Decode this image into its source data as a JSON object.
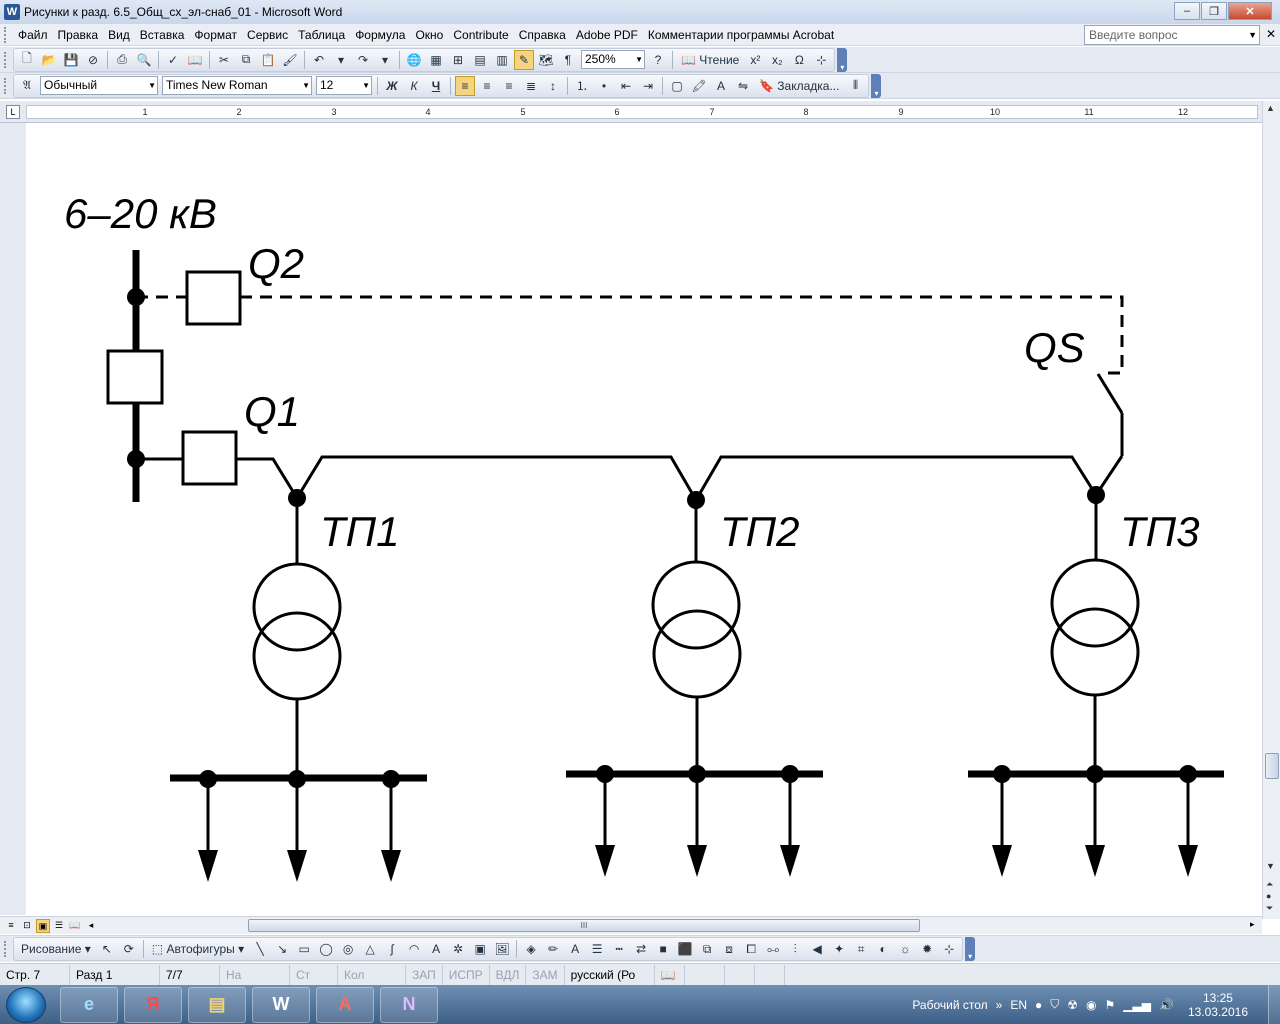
{
  "window": {
    "title": "Рисунки к разд. 6.5_Общ_сх_эл-снаб_01 - Microsoft Word",
    "app_icon": "W",
    "minimize": "–",
    "restore": "❐",
    "close": "✕"
  },
  "menu": {
    "items": [
      "Файл",
      "Правка",
      "Вид",
      "Вставка",
      "Формат",
      "Сервис",
      "Таблица",
      "Формула",
      "Окно",
      "Contribute",
      "Справка",
      "Adobe PDF",
      "Комментарии программы Acrobat"
    ],
    "help_placeholder": "Введите вопрос",
    "close_doc": "✕"
  },
  "toolbar1": {
    "zoom": "250%",
    "reading_label": "Чтение",
    "superscript": "x²",
    "subscript": "x₂",
    "omega": "Ω"
  },
  "toolbar2": {
    "style": "Обычный",
    "font": "Times New Roman",
    "size": "12",
    "bold": "Ж",
    "italic": "К",
    "underline": "Ч",
    "bookmark_label": "Закладка..."
  },
  "ruler": {
    "corner": "L",
    "numbers": [
      "1",
      "2",
      "3",
      "4",
      "5",
      "6",
      "7",
      "8",
      "9",
      "10",
      "11",
      "12"
    ]
  },
  "diagram": {
    "voltage_label": "6–20 кВ",
    "q2_label": "Q2",
    "q1_label": "Q1",
    "qs_label": "QS",
    "tp1_label": "ТП1",
    "tp2_label": "ТП2",
    "tp3_label": "ТП3"
  },
  "hscroll": {
    "grip": "III"
  },
  "drawing": {
    "draw_label": "Рисование",
    "autoshapes_label": "Автофигуры"
  },
  "status": {
    "page": "Стр. 7",
    "section": "Разд 1",
    "pages": "7/7",
    "at": "На",
    "line": "Ст",
    "col": "Кол",
    "rec": "ЗАП",
    "trk": "ИСПР",
    "ext": "ВДЛ",
    "ovr": "ЗАМ",
    "language": "русский (Ро"
  },
  "taskbar": {
    "desktop_label": "Рабочий стол",
    "lang": "EN",
    "time": "13:25",
    "date": "13.03.2016",
    "expand": "»",
    "apps": [
      {
        "name": "internet-explorer",
        "glyph": "e",
        "color": "#1e8fe0"
      },
      {
        "name": "yandex-browser",
        "glyph": "Я",
        "color": "#e33"
      },
      {
        "name": "file-explorer",
        "glyph": "▤",
        "color": "#e8c04a"
      },
      {
        "name": "word",
        "glyph": "W",
        "color": "#2b5797"
      },
      {
        "name": "adobe-reader",
        "glyph": "A",
        "color": "#b30b00"
      },
      {
        "name": "onenote",
        "glyph": "N",
        "color": "#7a3fa0"
      }
    ]
  }
}
